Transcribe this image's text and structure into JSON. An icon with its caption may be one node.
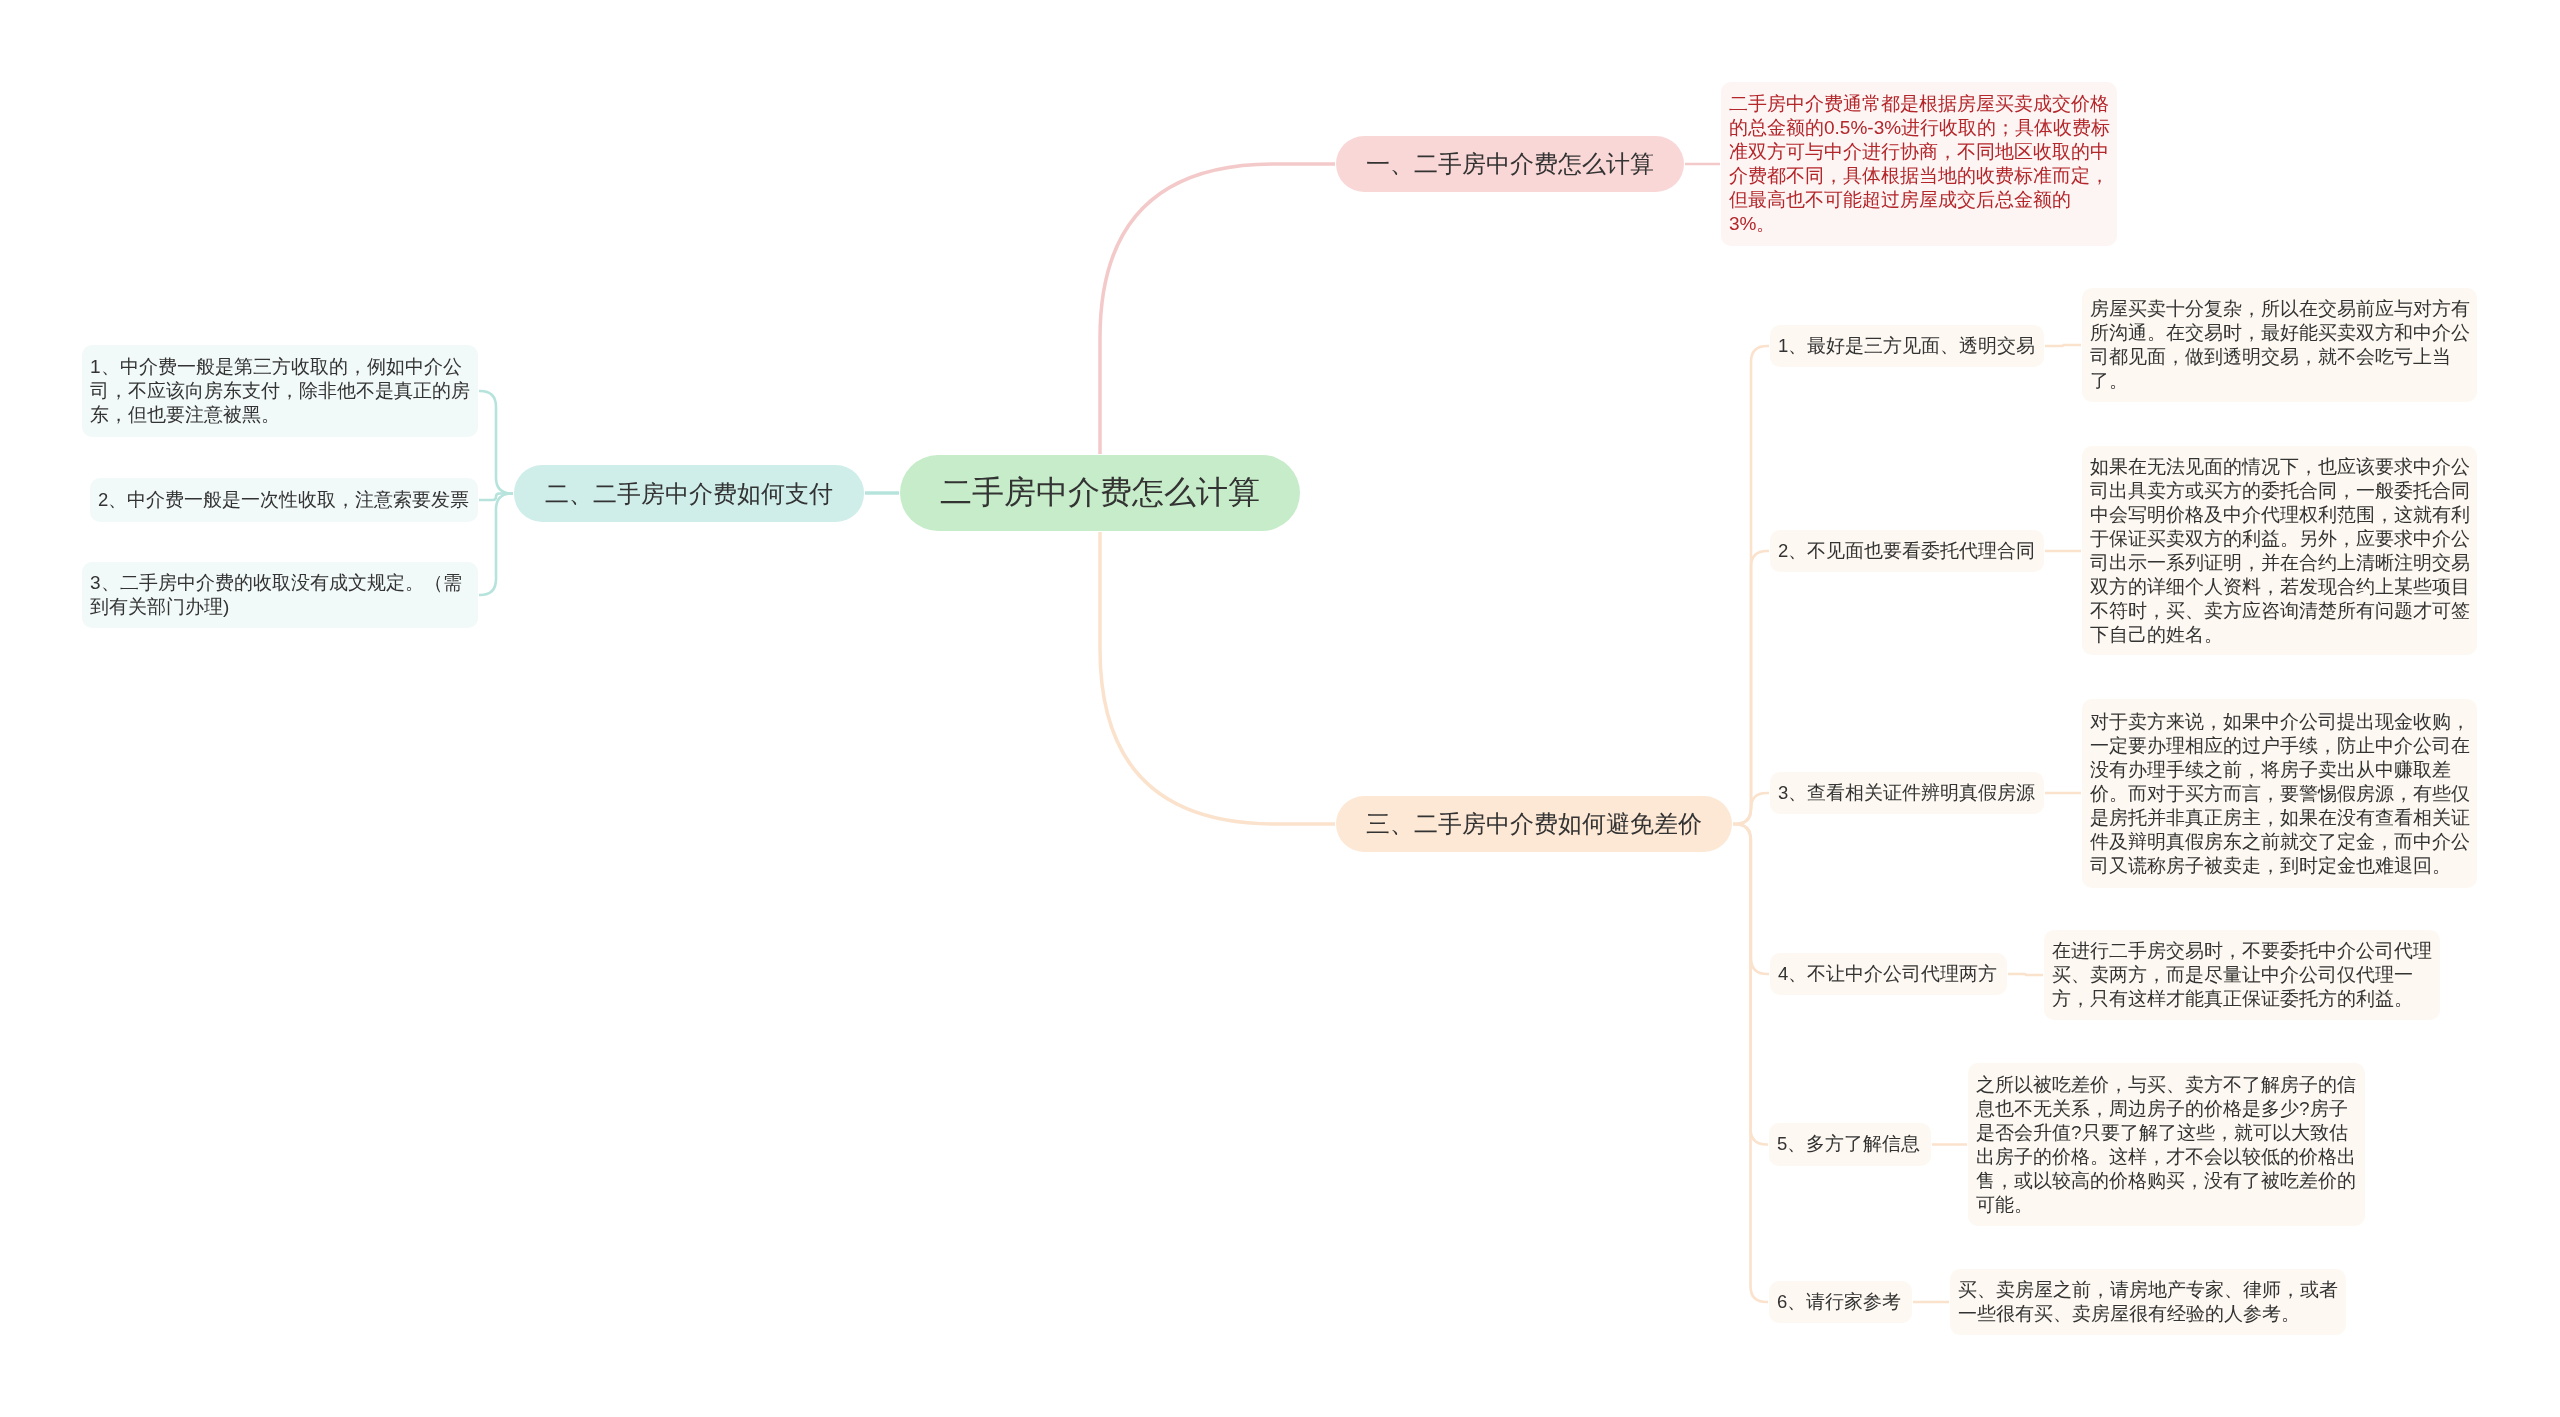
{
  "diagram": {
    "nodes": [
      {
        "text": [
          "二手房中介费怎么计算"
        ]
      },
      {
        "text": [
          "一、二手房中介费怎么计算"
        ]
      },
      {
        "text": [
          "二手房中介费通常都是根据房屋买卖成交价格的总金额的0.5%-3%进行收取的；具体收费标准双方可与中介进行协商，不同地区收取的中介费都不同，具体根据当地的收费标准而定，但最高也不可能超过房屋成交后总金额的3%。"
        ]
      },
      {
        "text": [
          "二、二手房中介费如何支付"
        ]
      },
      {
        "text": [
          "1、中介费一般是第三方收取的，例如中介公司，不应该向房东支付，除非他不是真正的房东，但也要注意被黑。"
        ]
      },
      {
        "text": [
          "2、中介费一般是一次性收取，注意索要发票"
        ]
      },
      {
        "text": [
          "3、二手房中介费的收取没有成文规定。（需到有关部门办理)"
        ]
      },
      {
        "text": [
          "三、二手房中介费如何避免差价"
        ]
      },
      {
        "text": [
          "1、最好是三方见面、透明交易"
        ]
      },
      {
        "text": [
          "房屋买卖十分复杂，所以在交易前应与对方有所沟通。在交易时，最好能买卖双方和中介公司都见面，做到透明交易，就不会吃亏上当了。"
        ]
      },
      {
        "text": [
          "2、不见面也要看委托代理合同"
        ]
      },
      {
        "text": [
          "如果在无法见面的情况下，也应该要求中介公司出具卖方或买方的委托合同，一般委托合同中会写明价格及中介代理权利范围，这就有利于保证买卖双方的利益。另外，应要求中介公司出示一系列证明，并在合约上清晰注明交易双方的详细个人资料，若发现合约上某些项目不符时，买、卖方应咨询清楚所有问题才可签下自己的姓名。"
        ]
      },
      {
        "text": [
          "3、查看相关证件辨明真假房源"
        ]
      },
      {
        "text": [
          "对于卖方来说，如果中介公司提出现金收购，一定要办理相应的过户手续，防止中介公司在没有办理手续之前，将房子卖出从中赚取差价。而对于买方而言，要警惕假房源，有些仅是房托并非真正房主，如果在没有查看相关证件及辩明真假房东之前就交了定金，而中介公司又谎称房子被卖走，到时定金也难退回。"
        ]
      },
      {
        "text": [
          "4、不让中介公司代理两方"
        ]
      },
      {
        "text": [
          "在进行二手房交易时，不要委托中介公司代理买、卖两方，而是尽量让中介公司仅代理一方，只有这样才能真正保证委托方的利益。"
        ]
      },
      {
        "text": [
          "5、多方了解信息"
        ]
      },
      {
        "text": [
          "之所以被吃差价，与买、卖方不了解房子的信息也不无关系，周边房子的价格是多少?房子是否会升值?只要了解了这些，就可以大致估出房子的价格。这样，才不会以较低的价格出售，或以较高的价格购买，没有了被吃差价的可能。"
        ]
      },
      {
        "text": [
          "6、请行家参考"
        ]
      },
      {
        "text": [
          "买、卖房屋之前，请房地产专家、律师，或者一些很有买、卖房屋很有经验的人参考。"
        ]
      }
    ],
    "edges": [
      {
        "from": 0,
        "to": 1,
        "arrow": "none",
        "color": "#f4c9c9"
      },
      {
        "from": 1,
        "to": 2,
        "arrow": "none",
        "color": "#f4c9c9"
      },
      {
        "from": 0,
        "to": 3,
        "arrow": "none",
        "color": "#b6e4dd"
      },
      {
        "from": 3,
        "to": 4,
        "arrow": "none",
        "color": "#b6e4dd"
      },
      {
        "from": 3,
        "to": 5,
        "arrow": "none",
        "color": "#b6e4dd"
      },
      {
        "from": 3,
        "to": 6,
        "arrow": "none",
        "color": "#b6e4dd"
      },
      {
        "from": 0,
        "to": 7,
        "arrow": "none"
      },
      {
        "from": 7,
        "to": 8,
        "arrow": "none"
      },
      {
        "from": 8,
        "to": 9,
        "arrow": "none"
      },
      {
        "from": 7,
        "to": 10,
        "arrow": "none"
      },
      {
        "from": 10,
        "to": 11,
        "arrow": "none"
      },
      {
        "from": 7,
        "to": 12,
        "arrow": "none"
      },
      {
        "from": 12,
        "to": 13,
        "arrow": "none"
      },
      {
        "from": 7,
        "to": 14,
        "arrow": "none"
      },
      {
        "from": 14,
        "to": 15,
        "arrow": "none"
      },
      {
        "from": 7,
        "to": 16,
        "arrow": "none"
      },
      {
        "from": 16,
        "to": 17,
        "arrow": "none"
      },
      {
        "from": 7,
        "to": 18,
        "arrow": "none"
      },
      {
        "from": 18,
        "to": 19,
        "arrow": "none"
      }
    ]
  }
}
